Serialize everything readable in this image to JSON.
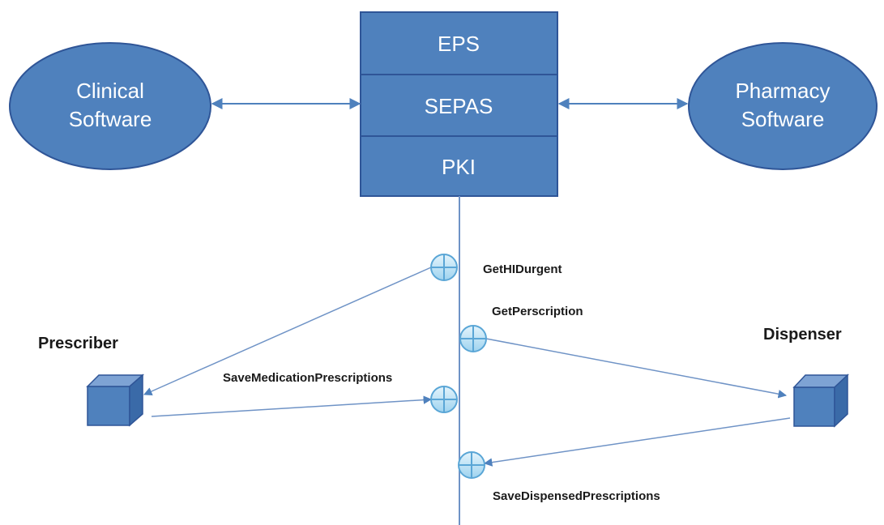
{
  "stack": {
    "layers": [
      "EPS",
      "SEPAS",
      "PKI"
    ]
  },
  "left_system": {
    "line1": "Clinical",
    "line2": "Software"
  },
  "right_system": {
    "line1": "Pharmacy",
    "line2": "Software"
  },
  "actors": {
    "prescriber": "Prescriber",
    "dispenser": "Dispenser"
  },
  "operations": {
    "get_hid_urgent": "GetHIDurgent",
    "get_prescription": "GetPerscription",
    "save_medication": "SaveMedicationPrescriptions",
    "save_dispensed": "SaveDispensedPrescriptions"
  },
  "colors": {
    "box_fill": "#4f81bd",
    "box_stroke": "#2f5597",
    "line": "#6f93c6",
    "node_fill": "#bfe3f5",
    "node_stroke": "#5aa6d6"
  }
}
